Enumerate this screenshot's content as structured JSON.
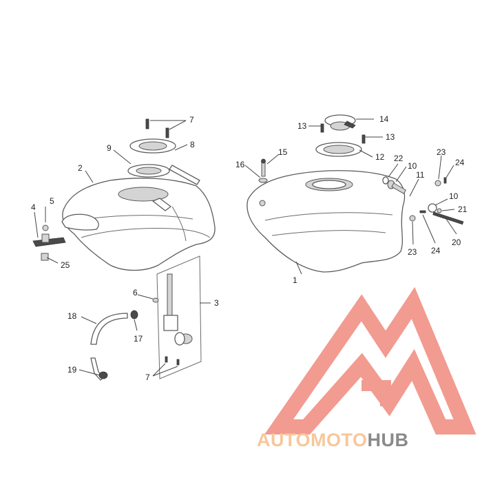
{
  "callouts": {
    "c1": "1",
    "c2": "2",
    "c3": "3",
    "c4": "4",
    "c5": "5",
    "c6": "6",
    "c7a": "7",
    "c7b": "7",
    "c8": "8",
    "c9": "9",
    "c10a": "10",
    "c10b": "10",
    "c11": "11",
    "c12": "12",
    "c13a": "13",
    "c13b": "13",
    "c14": "14",
    "c15": "15",
    "c16": "16",
    "c17": "17",
    "c18": "18",
    "c19": "19",
    "c20": "20",
    "c21": "21",
    "c22": "22",
    "c23a": "23",
    "c23b": "23",
    "c24a": "24",
    "c24b": "24",
    "c25": "25"
  },
  "watermark": {
    "part1": "AUTO",
    "part2": "MOTO",
    "part3": "HUB",
    "color_light": "#f7c79a",
    "color_dark": "#8a8a8a",
    "logo_color": "#f08a7e"
  }
}
